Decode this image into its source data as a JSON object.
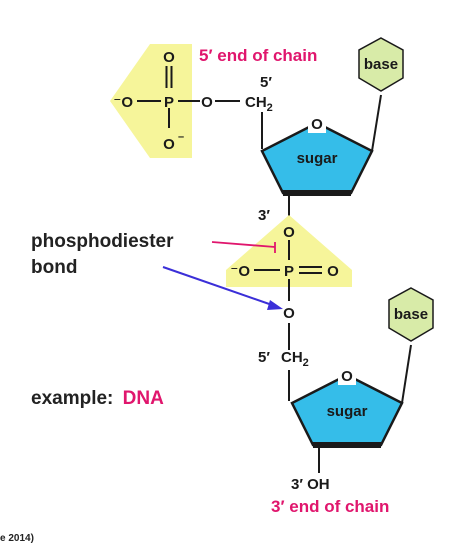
{
  "colors": {
    "phosphate_fill": "#f6f59a",
    "sugar_fill": "#35bde9",
    "base_fill": "#d8eba8",
    "accent_pink": "#e0166d",
    "bond_pointer_line": "#e0166d",
    "arrow_blue": "#3b2fd8",
    "text_dark": "#222222"
  },
  "top_nucleotide": {
    "phosphate": {
      "top_o": "O",
      "p": "P",
      "o_minus_left": "⁻O",
      "bottom_o": "O",
      "bottom_minus": "–",
      "ester_o": "O"
    },
    "five_prime_carbon": "5′",
    "ch2": "CH",
    "ch2_sub": "2",
    "ring_o": "O",
    "sugar_label": "sugar",
    "base_label": "base",
    "end_label": "5′ end of chain"
  },
  "linkage": {
    "three_prime": "3′",
    "o_upper": "O",
    "p": "P",
    "o_minus_left": "⁻O",
    "double_bond_o": "O",
    "o_lower": "O",
    "bond_label_line1": "phosphodiester",
    "bond_label_line2": "bond"
  },
  "bottom_nucleotide": {
    "five_prime_carbon": "5′",
    "ch2": "CH",
    "ch2_sub": "2",
    "ring_o": "O",
    "sugar_label": "sugar",
    "base_label": "base",
    "three_prime_oh": "3′ OH",
    "end_label": "3′ end of chain"
  },
  "example": {
    "prefix": "example:",
    "highlight": "DNA"
  },
  "caption_fragment": "e 2014)"
}
